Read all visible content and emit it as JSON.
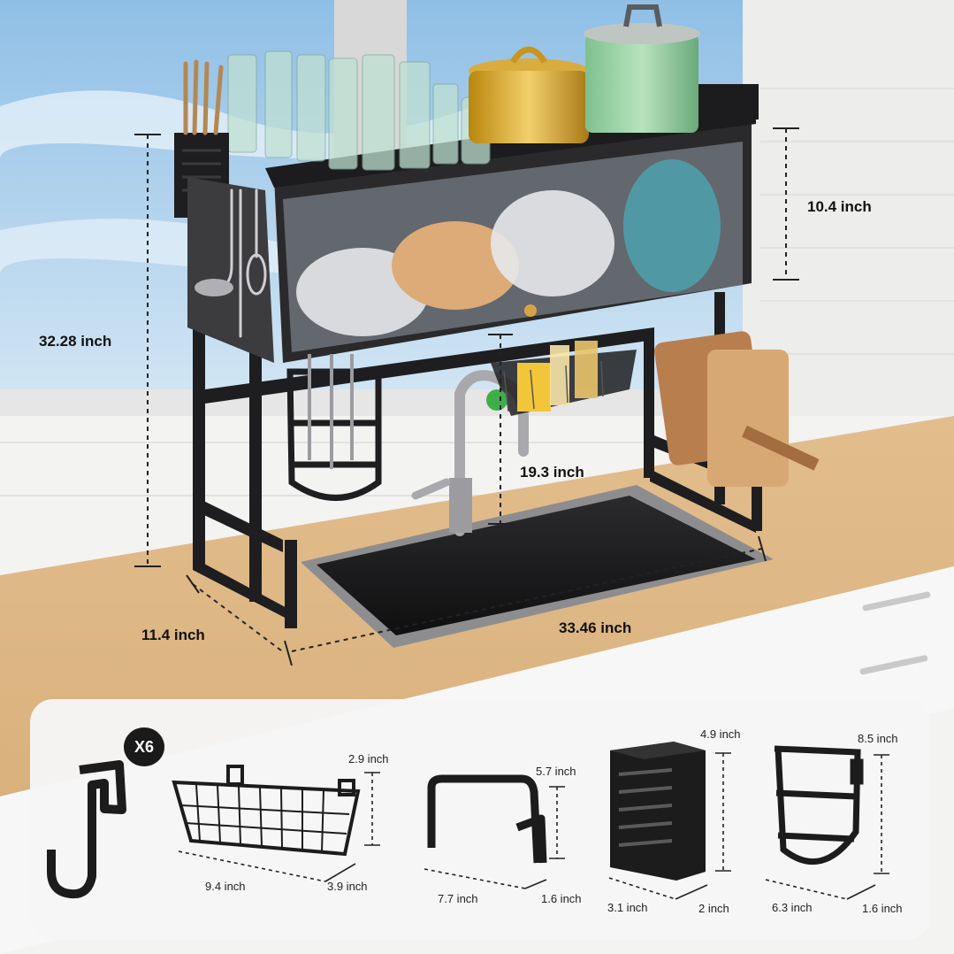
{
  "dimensions": {
    "total_height": "32.28 inch",
    "upper_shelf_height": "10.4 inch",
    "inner_clearance": "19.3 inch",
    "depth": "11.4 inch",
    "width": "33.46 inch"
  },
  "accessories": {
    "hook": {
      "quantity": "X6",
      "icon": "hook-icon"
    },
    "basket": {
      "height": "2.9 inch",
      "length": "9.4 inch",
      "depth": "3.9 inch",
      "icon": "wire-basket-icon"
    },
    "bracket": {
      "height": "5.7 inch",
      "length": "7.7 inch",
      "depth": "1.6 inch",
      "icon": "bracket-icon"
    },
    "utensil_holder": {
      "height": "4.9 inch",
      "width": "3.1 inch",
      "depth": "2 inch",
      "icon": "utensil-holder-icon"
    },
    "knife_holder": {
      "height": "8.5 inch",
      "width": "6.3 inch",
      "depth": "1.6 inch",
      "icon": "knife-holder-icon"
    }
  },
  "colors": {
    "frame": "#1e1e20",
    "countertop": "#e8c89a",
    "sky": "#a9cdea",
    "wall": "#f2f2f2"
  }
}
